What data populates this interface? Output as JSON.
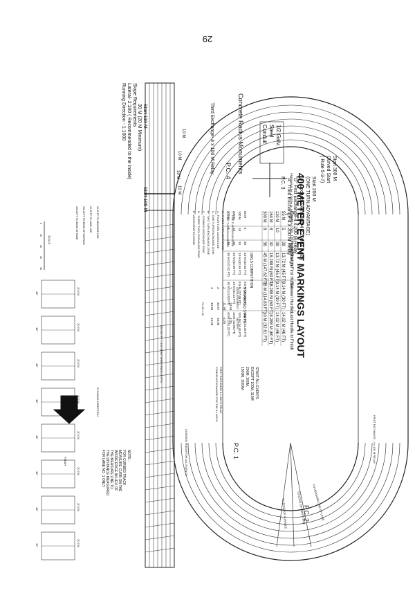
{
  "page_number": "29",
  "title": "400 METER EVENT MARKINGS LAYOUT",
  "prepared_by": "PREPARED BY JOSEPH M. ROSENBERG",
  "start_300": [
    "Start 300 M",
    "Curved Start",
    "( Rule 5-3-7)"
  ],
  "start_200": [
    "Start 200 M",
    "(ONE TURN ADVANTAGE)"
  ],
  "exchanges": [
    "\"A\" Second Exchange-4 x 100 M Relay",
    "\"D\" First Exchange-4 x 200 M Relay",
    "\"A\" Third Exchange-4 x 200 M Relay"
  ],
  "pc3": "P.C. 3",
  "pc2": "P.C. 2",
  "pc1": "P.C. 1",
  "pc4": "P.C. 4",
  "conduit": [
    "1/2 Galv.",
    "Steel",
    "Conduit"
  ],
  "concrete": "Concrete Radius Monuments",
  "third_exchange_100": "Third Exchange- 4 x 100 M Relay",
  "start_110": [
    "Start 110 M",
    "30 M (20 M Minimum)"
  ],
  "start_100": "Start 100 M",
  "slope": [
    "Slope Requirements",
    "Lateral- 2:100 ( Recommended to the Inside)",
    "Running Direction - 1:1000"
  ],
  "hurdle_table": {
    "headers": [
      "Event",
      "No. Of Hurdles",
      "Inches Height",
      "Start to First Hurdle",
      "Between Hurdles",
      "Last Hurdle to Finish"
    ],
    "rows": [
      [
        "55 M",
        "5",
        "39",
        "13.72 M (45 FT)",
        "9.14 M (30 FT)",
        "14.02 M (46 FT)"
      ],
      [
        "110 M",
        "10",
        "39",
        "13.72 M (45 FT)",
        "9.14 M (30 FT)",
        "14.02 M (46 FT)"
      ],
      [
        "164 M",
        "8",
        "30",
        "18.288 M (60 FT)",
        "18.288 M (60 FT)",
        "18.288 M (60 FT)"
      ],
      [
        "300 M",
        "8",
        "36",
        "45 M (147.62 FT)",
        "35 M (114.83 FT)",
        "10 M (32.81 FT)"
      ]
    ]
  },
  "girls_table": {
    "title": "GIRLS COMPETITION",
    "rows": [
      [
        "55 M",
        "5",
        "30",
        "13 M (42.65 FT)",
        "8.5 M (27.89 FT)",
        "10.5 M (34.45 FT)"
      ],
      [
        "100 M",
        "10",
        "33",
        "13 M (42.65 FT)",
        "8.5 M (27.89 FT)",
        "10.5 M (34.45 FT)"
      ],
      [
        "200 M",
        "10",
        "30",
        "16 M (52.50 FT)",
        "19 M (62.33 FT)",
        "13 M (42.65 FT)"
      ],
      [
        "300 M",
        "8",
        "30",
        "45 M (147.62 FT)",
        "35 M (114.83 FT)",
        "40 M (131.23 FT)"
      ]
    ]
  },
  "legend": [
    "1 - ONE TURN ADVANTAGE",
    "2 - TWO TURN ADVANTAGE",
    "3 - THREE TURN ADVANTAGE",
    "4 - FOUR TURN ADVANTAGE",
    "A - ONE TURN EXCHANGE ZONE",
    "B - TWO TURN EXCHANGE ZONE",
    "C - COMMON EXCHANGE ZONE",
    "D - THREE TURN EXCHANGE ZONE",
    "E - ACCELERATION ZONE"
  ],
  "staggered_title": "STAGGERED STARTS",
  "staggered_headers": [
    "ADVANTAGE",
    "FEET",
    "METERS"
  ],
  "staggered_rows": [
    [
      "1",
      "10.69",
      "3.26"
    ],
    [
      "2",
      "21.98",
      "6.70"
    ],
    [
      "3",
      "32.67",
      "10.05"
    ],
    [
      "4",
      "43.36",
      "13.40"
    ]
  ],
  "staggered_note": "PLUS 1.00",
  "start_events": [
    "START ALL EVENTS",
    "EXCEPT 100M, 110M",
    "200M, 300M,",
    "1500M, 3000M"
  ],
  "exchange_notes": [
    "FIRST EXCHANGE 4 x 400 M RELAY",
    "COMMON EXCHANGE FOR THE 4 x 800 M"
  ],
  "finish_all": "COMMON FINISH FOR ALL EVENTS",
  "running_direction": "RUNNING DIRECTION",
  "note_title": "NOTE--",
  "note_lines": [
    "FOR CURBED TRACK",
    "MEASURE CURB ON THE",
    "INSIDE EDGE IN LIEU OF",
    "THE MEASURE LINE TO",
    "THE DISTANCE MEASURED",
    "FOR LANE NO. 1 ONLY"
  ],
  "scale_title": "SCALE",
  "scale_labels": [
    "0",
    "10",
    "20",
    "30",
    "40"
  ],
  "measure_notes": [
    "10.06 FT TO MEASURE LINE",
    "12.09 FT TO LANE LINE",
    "100.00 FT TO EDGE OF SURFACE",
    "150.00 FT TO EDGE OF BASE"
  ],
  "lane_gap": "20 CM",
  "start_label": "START",
  "finish_label": "FINISH",
  "straight_label": "335.000 FT. = 100 M BETWEEN RADIUS PTS.",
  "radius_notes": [
    "TO MEASURE LINE OF LANE",
    "TO EDGE OF FIRST LANE",
    "TO EDGE OF SURFACE"
  ],
  "exchange_top": "FIRST EXCHANGE - 4 x 100 M RELAY",
  "curve_labels": [
    "10 M",
    "10 M",
    "10 M",
    "10 M"
  ],
  "lane_widths": [
    "48\"",
    "48\"",
    "48\"",
    "48\"",
    "48\"",
    "48\"",
    "48\"",
    "42\""
  ]
}
